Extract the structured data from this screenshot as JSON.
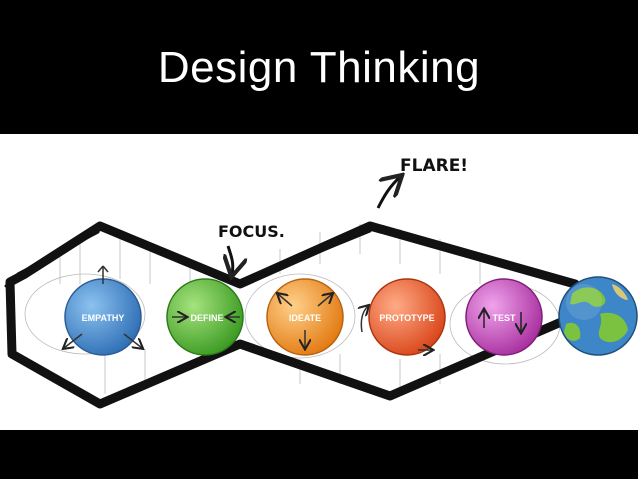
{
  "slide": {
    "title": "Design Thinking"
  },
  "annotations": {
    "focus": "FOCUS.",
    "flare": "FLARE!"
  },
  "stages": [
    {
      "label": "EMPATHY",
      "color": "#4a90d9"
    },
    {
      "label": "DEFINE",
      "color": "#5cc03a"
    },
    {
      "label": "IDEATE",
      "color": "#f39a2c"
    },
    {
      "label": "PROTOTYPE",
      "color": "#f0652a"
    },
    {
      "label": "TEST",
      "color": "#c94fc2"
    }
  ],
  "earth": {
    "ocean": "#3d86c8",
    "land": "#7cc241"
  },
  "colors": {
    "outline": "#111111",
    "background": "#ffffff",
    "bars": "#000000"
  }
}
